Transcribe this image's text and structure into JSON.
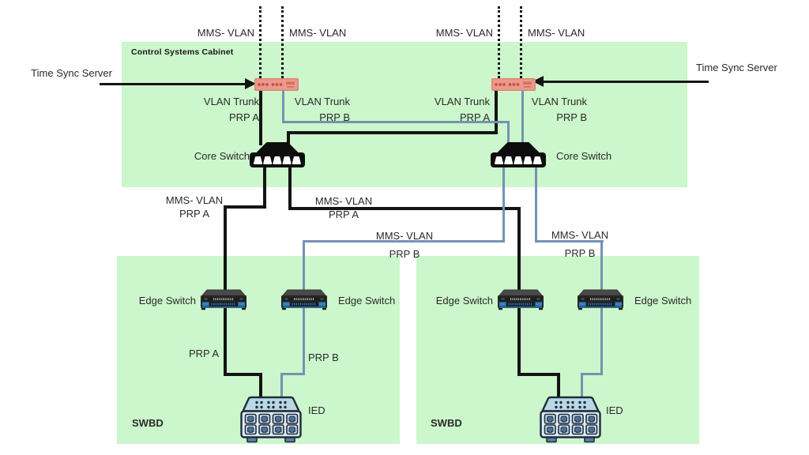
{
  "diagram": {
    "cabinet": {
      "title": "Control Systems Cabinet"
    },
    "time_sync": {
      "left": "Time Sync Server",
      "right": "Time Sync Server"
    },
    "top_links": [
      "MMS- VLAN",
      "MMS- VLAN",
      "MMS- VLAN",
      "MMS- VLAN"
    ],
    "trunks": [
      {
        "l1": "VLAN Trunk",
        "l2": "PRP A"
      },
      {
        "l1": "VLAN Trunk",
        "l2": "PRP B"
      },
      {
        "l1": "VLAN Trunk",
        "l2": "PRP A"
      },
      {
        "l1": "VLAN Trunk",
        "l2": "PRP B"
      }
    ],
    "core_switches": [
      "Core Switch",
      "Core Switch"
    ],
    "mms_links": [
      {
        "l1": "MMS- VLAN",
        "l2": "PRP A"
      },
      {
        "l1": "MMS- VLAN",
        "l2": "PRP A"
      },
      {
        "l1": "MMS- VLAN",
        "l2": "PRP B"
      },
      {
        "l1": "MMS- VLAN",
        "l2": "PRP B"
      }
    ],
    "edge_switches": [
      "Edge Switch",
      "Edge Switch",
      "Edge Switch",
      "Edge Switch"
    ],
    "leaf_links": {
      "prp_a": "PRP A",
      "prp_b": "PRP B"
    },
    "ieds": [
      "IED",
      "IED"
    ],
    "swbd": [
      "SWBD",
      "SWBD"
    ],
    "colors": {
      "cabinet_green": "#ccf6cb",
      "prp_a_black": "#141414",
      "prp_b_blue": "#7493b3",
      "time_sync_pink": "#ea9a8d",
      "edge_switch_blue": "#2f84c4",
      "ied_fill": "#dfecf5"
    }
  }
}
